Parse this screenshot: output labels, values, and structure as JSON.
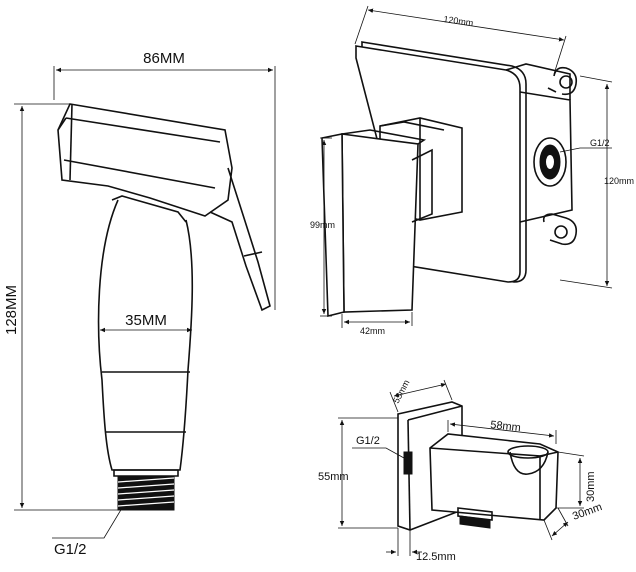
{
  "labels": {
    "sprayer_width": "86MM",
    "sprayer_height": "128MM",
    "sprayer_grip": "35MM",
    "sprayer_thread": "G1/2",
    "valve_width": "120mm",
    "valve_height": "120mm",
    "valve_port": "G1/2",
    "valve_handle_height": "99mm",
    "valve_handle_width": "42mm",
    "holder_plate_width": "55mm",
    "holder_plate_height": "55mm",
    "holder_thread": "G1/2",
    "holder_length": "58mm",
    "holder_depth": "30mm",
    "holder_block": "30mm",
    "holder_offset": "12.5mm"
  }
}
